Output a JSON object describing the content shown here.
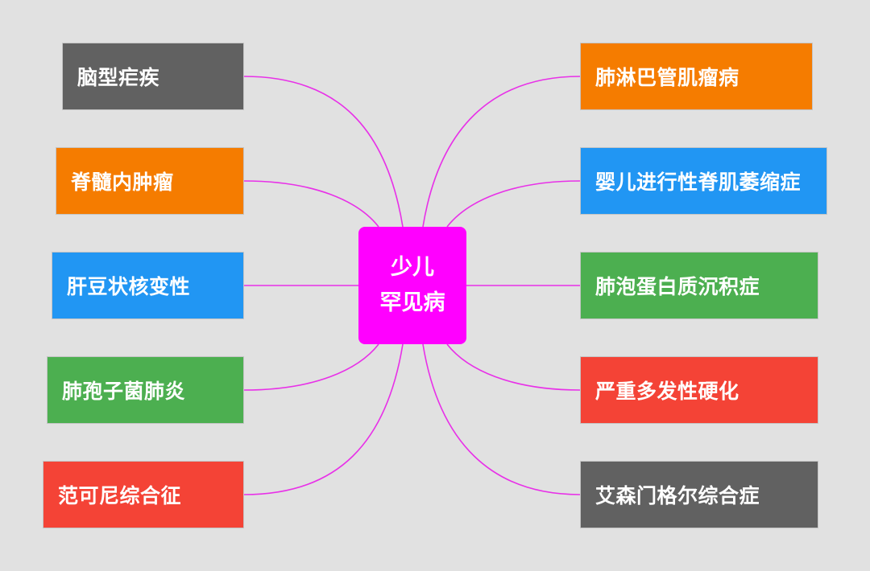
{
  "center": {
    "line1": "少儿",
    "line2": "罕见病",
    "color": "#ff00ff"
  },
  "link_color": "#e830e8",
  "colors": {
    "gray": "#616161",
    "orange": "#f57c00",
    "blue": "#2196f3",
    "green": "#4caf50",
    "red": "#f44336"
  },
  "left_items": [
    {
      "label": "脑型疟疾",
      "color": "#616161"
    },
    {
      "label": "脊髓内肿瘤",
      "color": "#f57c00"
    },
    {
      "label": "肝豆状核变性",
      "color": "#2196f3"
    },
    {
      "label": "肺孢子菌肺炎",
      "color": "#4caf50"
    },
    {
      "label": "范可尼综合征",
      "color": "#f44336"
    }
  ],
  "right_items": [
    {
      "label": "肺淋巴管肌瘤病",
      "color": "#f57c00"
    },
    {
      "label": "婴儿进行性脊肌萎缩症",
      "color": "#2196f3"
    },
    {
      "label": "肺泡蛋白质沉积症",
      "color": "#4caf50"
    },
    {
      "label": "严重多发性硬化",
      "color": "#f44336"
    },
    {
      "label": "艾森门格尔综合症",
      "color": "#616161"
    }
  ]
}
